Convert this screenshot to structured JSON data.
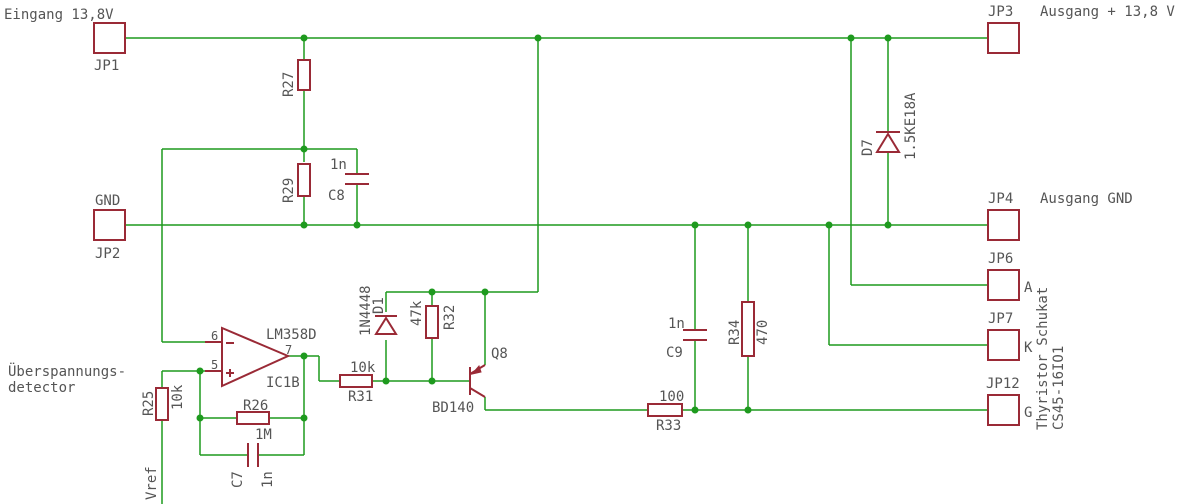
{
  "labels": {
    "eingang": "Eingang 13,8V",
    "jp1": "JP1",
    "jp2_name": "GND",
    "jp2": "JP2",
    "jp3": "JP3",
    "ausgang_plus": "Ausgang + 13,8 V",
    "jp4": "JP4",
    "ausgang_gnd": "Ausgang GND",
    "jp6": "JP6",
    "jp7": "JP7",
    "jp12": "JP12",
    "pin_a": "A",
    "pin_k": "K",
    "pin_g": "G",
    "thyristor": "Thyristor Schukat",
    "thyristor_part": "CS45-16IO1",
    "r27": "R27",
    "r29": "R29",
    "c8": "C8",
    "c8_val": "1n",
    "d7": "D7",
    "d7_val": "1.5KE18A",
    "d1": "D1",
    "d1_val": "1N4448",
    "r32": "R32",
    "r32_val": "47k",
    "ic_name": "LM358D",
    "ic_unit": "IC1B",
    "pin6": "6",
    "pin5": "5",
    "pin7": "7",
    "r31": "R31",
    "r31_val": "10k",
    "q8": "Q8",
    "q8_val": "BD140",
    "c9": "C9",
    "c9_val": "1n",
    "r34": "R34",
    "r34_val": "470",
    "r33": "R33",
    "r33_val": "100",
    "detector_1": "Überspannungs-",
    "detector_2": "detector",
    "r25": "R25",
    "r25_val": "10k",
    "r26": "R26",
    "r26_val": "1M",
    "c7": "C7",
    "c7_val": "1n",
    "vref": "Vref"
  }
}
